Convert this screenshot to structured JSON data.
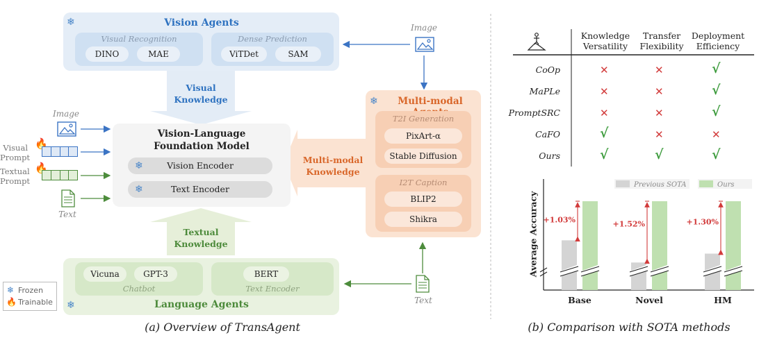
{
  "left_panel": {
    "caption": "(a) Overview of TransAgent",
    "vision_agents": {
      "title": "Vision Agents",
      "visual_recognition": {
        "label": "Visual Recognition",
        "items": [
          "DINO",
          "MAE"
        ]
      },
      "dense_prediction": {
        "label": "Dense Prediction",
        "items": [
          "ViTDet",
          "SAM"
        ]
      }
    },
    "visual_knowledge": "Visual\nKnowledge",
    "image_top_label": "Image",
    "image_left_label": "Image",
    "visual_prompt_label": "Visual\nPrompt",
    "textual_prompt_label": "Textual\nPrompt",
    "text_left_label": "Text",
    "text_right_label": "Text",
    "vlfm": {
      "title": "Vision-Language\nFoundation Model",
      "vision_encoder": "Vision Encoder",
      "text_encoder": "Text Encoder"
    },
    "multimodal_knowledge": "Multi-modal\nKnowledge",
    "multimodal_agents": {
      "title": "Multi-modal Agents",
      "t2i": {
        "label": "T2I Generation",
        "items": [
          "PixArt-α",
          "Stable Diffusion"
        ]
      },
      "i2t": {
        "label": "I2T Caption",
        "items": [
          "BLIP2",
          "Shikra"
        ]
      }
    },
    "textual_knowledge": "Textual\nKnowledge",
    "language_agents": {
      "title": "Language Agents",
      "chatbot": {
        "label": "Chatbot",
        "items": [
          "Vicuna",
          "GPT-3"
        ]
      },
      "text_encoder": {
        "label": "Text Encoder",
        "items": [
          "BERT"
        ]
      }
    },
    "legend": {
      "frozen": "Frozen",
      "trainable": "Trainable"
    }
  },
  "right_panel": {
    "caption": "(b) Comparison with SOTA methods",
    "table": {
      "columns": [
        "Knowledge\nVersatility",
        "Transfer\nFlexibility",
        "Deployment\nEfficiency"
      ],
      "rows": [
        {
          "name": "CoOp",
          "marks": [
            "x",
            "x",
            "ok"
          ]
        },
        {
          "name": "MaPLe",
          "marks": [
            "x",
            "x",
            "ok"
          ]
        },
        {
          "name": "PromptSRC",
          "marks": [
            "x",
            "x",
            "ok"
          ]
        },
        {
          "name": "CaFO",
          "marks": [
            "ok",
            "x",
            "x"
          ]
        },
        {
          "name": "Ours",
          "marks": [
            "ok",
            "ok",
            "ok"
          ]
        }
      ],
      "mark_glyphs": {
        "x": "✕",
        "ok": "√"
      }
    },
    "chart_data": {
      "type": "bar",
      "ylabel": "Average Accuracy",
      "categories": [
        "Base",
        "Novel",
        "HM"
      ],
      "series": [
        {
          "name": "Previous SOTA",
          "color": "#d4d4d4"
        },
        {
          "name": "Ours",
          "color": "#bfe0b0"
        }
      ],
      "improvements": [
        "+1.03%",
        "+1.52%",
        "+1.30%"
      ],
      "relative_heights": {
        "Previous SOTA": [
          0.56,
          0.31,
          0.41
        ],
        "Ours": [
          1.0,
          1.0,
          1.0
        ]
      },
      "axis_break": true
    }
  },
  "colors": {
    "vision_blue": "#2e72c0",
    "panel_blue": "#e4edf7",
    "panel_green": "#e9f2e0",
    "panel_orange": "#fbe3d2",
    "orange_title": "#d9672a",
    "green_title": "#4c8a3a",
    "arrow_red": "#d23b3b"
  }
}
